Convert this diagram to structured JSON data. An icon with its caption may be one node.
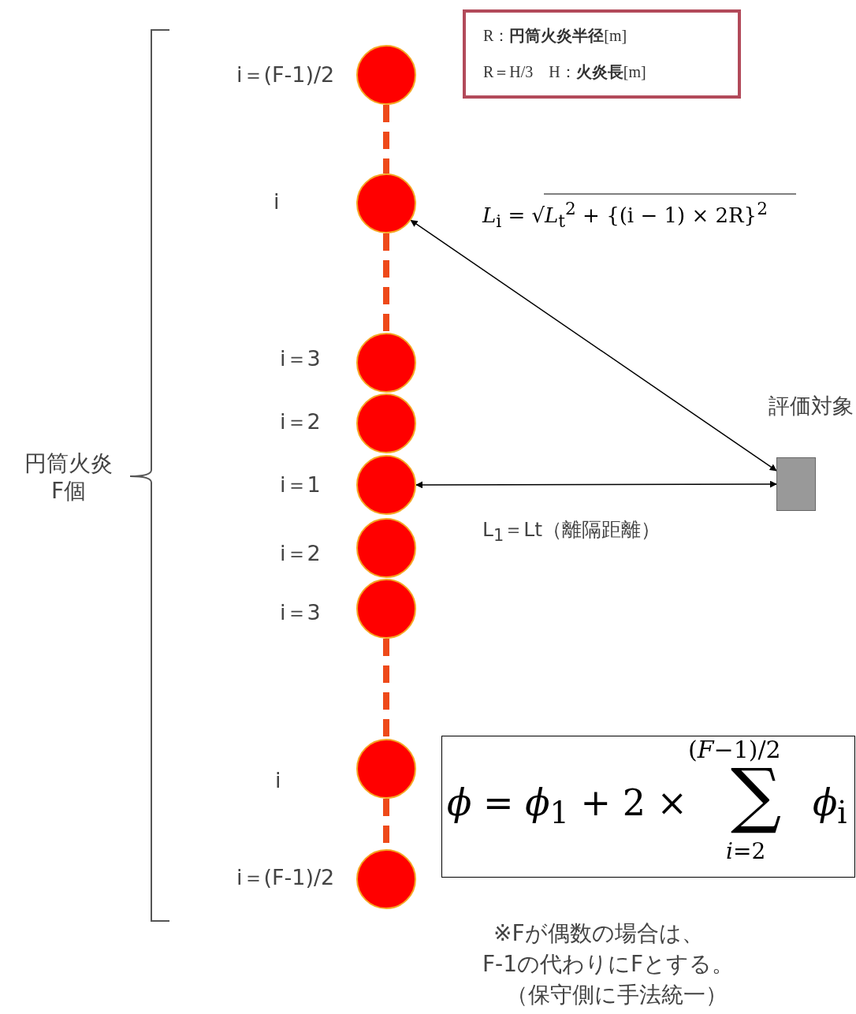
{
  "diagram": {
    "nodes": [
      {
        "text": [
          "R：**円筒火炎半径**[m]",
          "R＝H/3　H：**火炎長**[m]"
        ]
      },
      {
        "text": [],
        "shape": "circle",
        "beside": [
          "i＝(F-1)/2"
        ]
      },
      {
        "text": [],
        "shape": "circle",
        "beside": [
          "i"
        ]
      },
      {
        "text": [],
        "shape": "circle",
        "beside": [
          "i＝3"
        ]
      },
      {
        "text": [],
        "shape": "circle",
        "beside": [
          "i＝2"
        ]
      },
      {
        "text": [],
        "shape": "circle",
        "beside": [
          "i＝1"
        ]
      },
      {
        "text": [],
        "shape": "circle",
        "beside": [
          "i＝2"
        ]
      },
      {
        "text": [],
        "shape": "circle",
        "beside": [
          "i＝3"
        ]
      },
      {
        "text": [],
        "shape": "circle",
        "beside": [
          "i"
        ]
      },
      {
        "text": [],
        "shape": "circle",
        "beside": [
          "i＝(F-1)/2"
        ]
      },
      {
        "text": [],
        "shape": "box",
        "beside": [
          "評価対象"
        ]
      },
      {
        "text": [
          "*ϕ* = *ϕ*$_{1}$ + 2 ×",
          "(*F*−1)/2",
          "∑",
          "*i*=2",
          "*ϕ*$_{i}$"
        ]
      }
    ],
    "edges": [
      {
        "from": 2,
        "to": 10,
        "arrow": "both",
        "label": "*L*$_{i}$ = √*L*$_{t}$$^{2}$ + {(i − 1) × 2R}$^{2}$",
        "color": "#000000"
      },
      {
        "from": 5,
        "to": 10,
        "arrow": "both",
        "label": "L$_{1}$＝Lt（離隔距離）",
        "color": "#000000"
      },
      {
        "from": 1,
        "to": 2,
        "arrow": "none",
        "style": "dashed",
        "color": "#ee4a1a"
      },
      {
        "from": 2,
        "to": 3,
        "arrow": "none",
        "style": "dashed",
        "color": "#ee4a1a"
      },
      {
        "from": 7,
        "to": 8,
        "arrow": "none",
        "style": "dashed",
        "color": "#ee4a1a"
      },
      {
        "from": 8,
        "to": 9,
        "arrow": "none",
        "style": "dashed",
        "color": "#ee4a1a"
      }
    ],
    "labels": [
      "円筒火炎 F個",
      "※Fが偶数の場合は、",
      "F-1の代わりにFとする。",
      "（保守側に手法統一）"
    ]
  }
}
